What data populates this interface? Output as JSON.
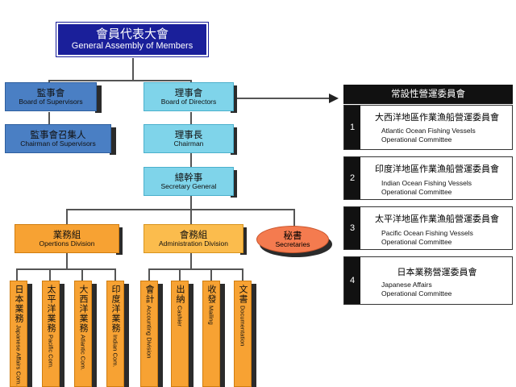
{
  "assembly": {
    "zh": "會員代表大會",
    "en": "General Assembly of Members"
  },
  "supervisors": {
    "zh": "監事會",
    "en": "Board of Supervisors"
  },
  "chairman_supervisors": {
    "zh": "監事會召集人",
    "en": "Chairman of Supervisors"
  },
  "directors": {
    "zh": "理事會",
    "en": "Board of Directors"
  },
  "chairman": {
    "zh": "理事長",
    "en": "Chairman"
  },
  "secretary_general": {
    "zh": "總幹事",
    "en": "Secretary General"
  },
  "operations": {
    "zh": "業務組",
    "en": "Opertions Division"
  },
  "administration": {
    "zh": "會務組",
    "en": "Administration Division"
  },
  "secretaries": {
    "zh": "秘書",
    "en": "Secretaries"
  },
  "committee_panel": {
    "title": "常設性營運委員會",
    "items": [
      {
        "num": "1",
        "zh": "大西洋地區作業漁船營運委員會",
        "en1": "Atlantic Ocean Fishing Vessels",
        "en2": "Operational Committee"
      },
      {
        "num": "2",
        "zh": "印度洋地區作業漁船營運委員會",
        "en1": "Indian Ocean Fishing Vessels",
        "en2": "Operational Committee"
      },
      {
        "num": "3",
        "zh": "太平洋地區作業漁船營運委員會",
        "en1": "Pacific Ocean Fishing Vessels",
        "en2": "Operational Committee"
      },
      {
        "num": "4",
        "zh": "日本業務營運委員會",
        "en1": "Japanese Affairs",
        "en2": "Operational Committee"
      }
    ]
  },
  "ops_units": [
    {
      "zh": "日本業務",
      "en": "Japanese Affairs Com."
    },
    {
      "zh": "太平洋業務",
      "en": "Pacific Com."
    },
    {
      "zh": "大西洋業務",
      "en": "Atlantic Com."
    },
    {
      "zh": "印度洋業務",
      "en": "Indian Com."
    }
  ],
  "admin_units": [
    {
      "zh": "會計",
      "en": "Accounting Division"
    },
    {
      "zh": "出納",
      "en": "Cashier"
    },
    {
      "zh": "收發",
      "en": "Mailing"
    },
    {
      "zh": "文書",
      "en": "Documentation"
    }
  ],
  "colors": {
    "assembly": "#1a1f9a",
    "supervisors": "#4a7fc4",
    "directors": "#7fd4ea",
    "operations": "#f7a233",
    "administration": "#fbbc4d",
    "secretaries": "#f47b4f",
    "panel": "#111111"
  }
}
